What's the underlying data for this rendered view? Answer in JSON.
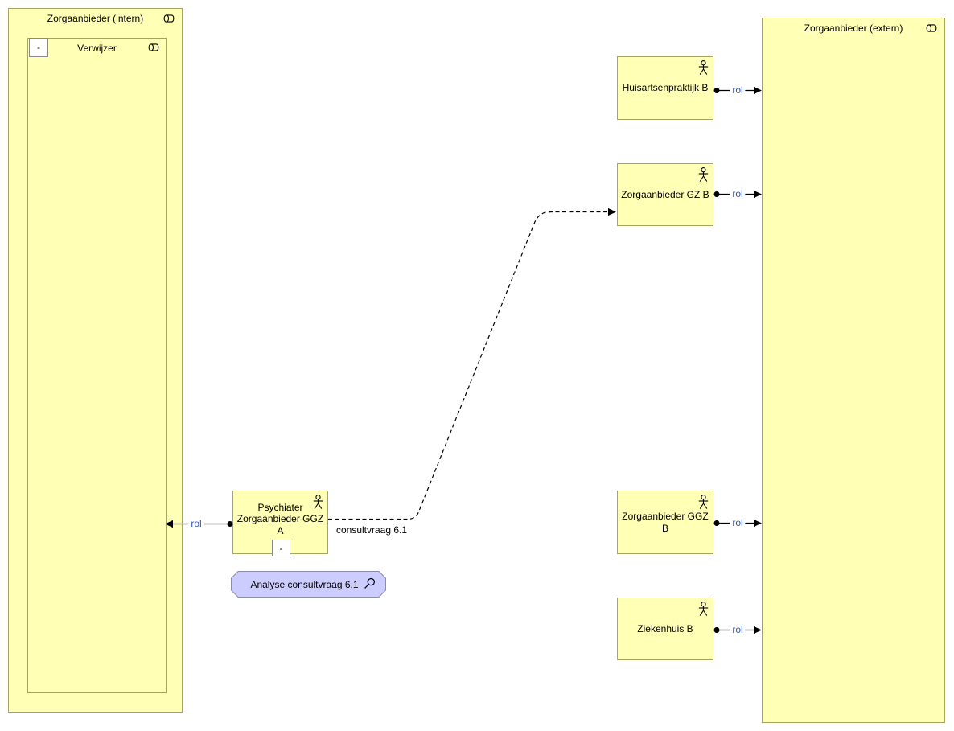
{
  "containers": {
    "intern": {
      "title": "Zorgaanbieder (intern)"
    },
    "verwijzer": {
      "title": "Verwijzer",
      "collapse_indicator": "-"
    },
    "extern": {
      "title": "Zorgaanbieder (extern)"
    }
  },
  "actors": {
    "psychiater": {
      "label": "Psychiater Zorgaanbieder GGZ A",
      "collapse_indicator": "-"
    },
    "huisartsenpraktijk": {
      "label": "Huisartsenpraktijk B"
    },
    "gz": {
      "label": "Zorgaanbieder GZ B"
    },
    "ggz": {
      "label": "Zorgaanbieder GGZ B"
    },
    "ziekenhuis": {
      "label": "Ziekenhuis B"
    }
  },
  "assessment": {
    "label": "Analyse consultvraag 6.1"
  },
  "relations": {
    "rol_label": "rol",
    "flow_label": "consultvraag 6.1"
  },
  "icons": {
    "business_role": "business-role-icon",
    "business_actor": "business-actor-icon",
    "assessment_magnifier": "magnifier-icon"
  },
  "colors": {
    "business_fill": "#FFFFB5",
    "business_border": "#A5A55E",
    "assessment_fill": "#CCCCFF",
    "assessment_border": "#8C8CB0",
    "relation_line": "#000000",
    "rol_label_color": "#3355BB",
    "canvas_background": "#FFFFFF"
  }
}
